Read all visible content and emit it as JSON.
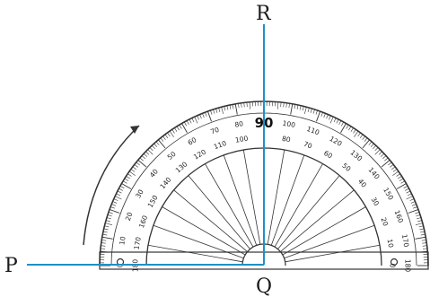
{
  "points": {
    "P": "P",
    "Q": "Q",
    "R": "R"
  },
  "protractor": {
    "outer_scale": [
      "0",
      "10",
      "20",
      "30",
      "40",
      "50",
      "60",
      "70",
      "80",
      "90",
      "100",
      "110",
      "120",
      "130",
      "140",
      "150",
      "160",
      "170",
      "180"
    ],
    "inner_scale": [
      "180",
      "170",
      "160",
      "150",
      "140",
      "130",
      "120",
      "110",
      "100",
      "90",
      "80",
      "70",
      "60",
      "50",
      "40",
      "30",
      "20",
      "10",
      "0"
    ],
    "center_value": "90"
  },
  "colors": {
    "ray": "#1f8fc8",
    "protractor": "#333333",
    "arrow": "#333333"
  },
  "icons": {
    "rotation_arrow": "curved-arrow-icon"
  }
}
